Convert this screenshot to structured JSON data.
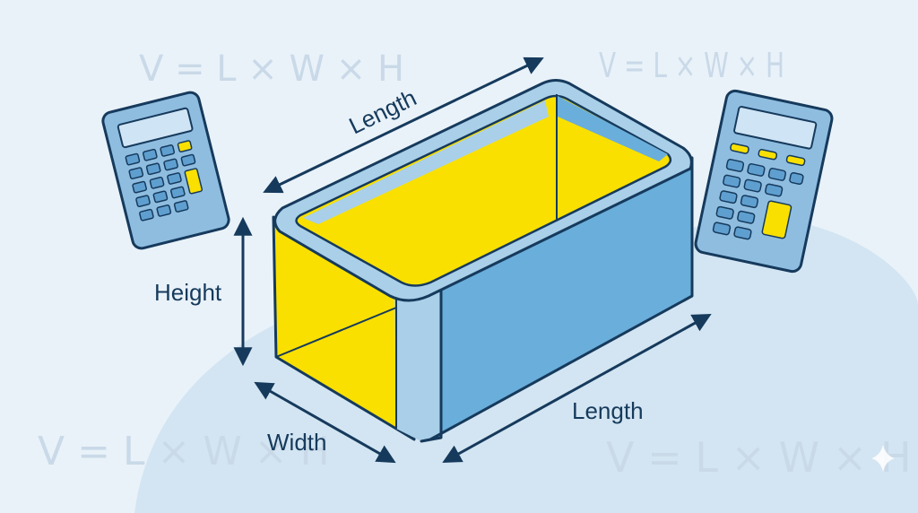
{
  "formulas": [
    "V = L × W × H",
    "V = L × W × H",
    "V = L × W × H",
    "V = L × W × H"
  ],
  "labels": {
    "length_top": "Length",
    "height": "Height",
    "width": "Width",
    "length_bottom": "Length"
  },
  "colors": {
    "background": "#e9f2f9",
    "box_side": "#6aaedb",
    "box_rim": "#a9cfe9",
    "fill_yellow": "#f9e000",
    "outline": "#163a5c",
    "calculator": "#8fbde0"
  },
  "icons": [
    "calculator-icon",
    "calculator-icon",
    "sparkle-icon"
  ]
}
